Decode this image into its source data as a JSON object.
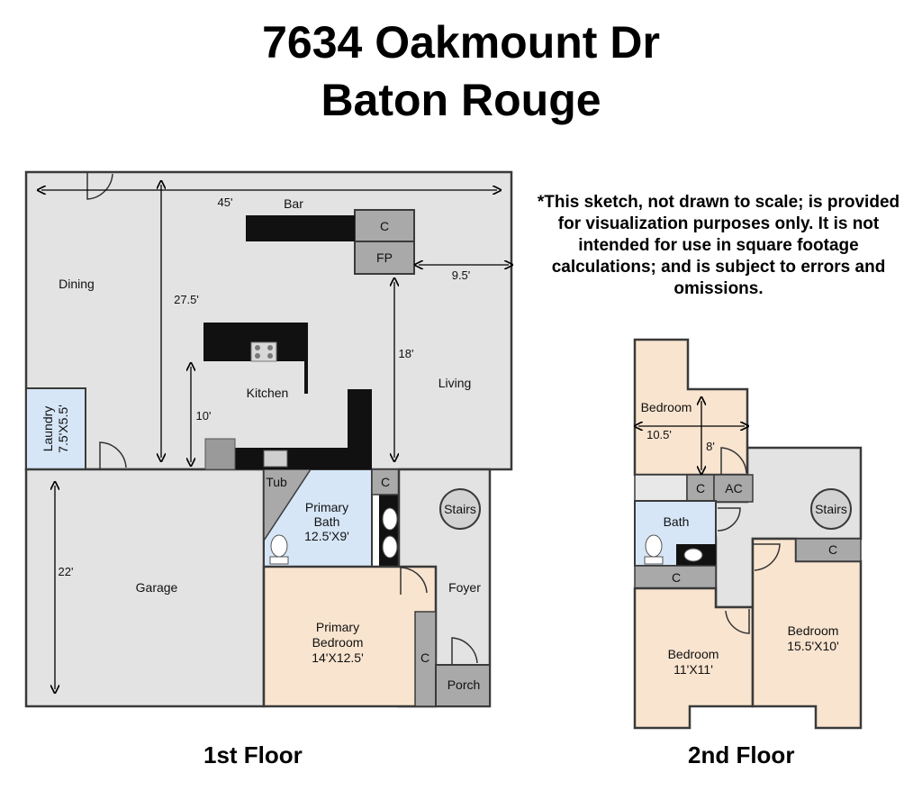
{
  "title": {
    "line1": "7634 Oakmount Dr",
    "line2": "Baton Rouge"
  },
  "disclaimer": "*This sketch, not drawn to scale; is provided for visualization purposes only. It is not intended for use in square footage calculations; and is subject to errors and omissions.",
  "floors": {
    "first": {
      "label": "1st Floor",
      "rooms": {
        "bar": "Bar",
        "dining": "Dining",
        "kitchen": "Kitchen",
        "living": "Living",
        "laundry_name": "Laundry",
        "laundry_size": "7.5'X5.5'",
        "garage": "Garage",
        "tub": "Tub",
        "primary_bath_name": "Primary",
        "primary_bath_name2": "Bath",
        "primary_bath_size": "12.5'X9'",
        "primary_bed_name": "Primary",
        "primary_bed_name2": "Bedroom",
        "primary_bed_size": "14'X12.5'",
        "foyer": "Foyer",
        "porch": "Porch",
        "stairs": "Stairs",
        "closet_bar": "C",
        "fireplace": "FP",
        "closet_bath": "C",
        "closet_bedroom": "C"
      },
      "dimensions": {
        "width_total": "45'",
        "depth_total": "27.5'",
        "kitchen_depth": "10'",
        "living_depth": "18'",
        "living_width": "9.5'",
        "garage_depth": "22'"
      }
    },
    "second": {
      "label": "2nd Floor",
      "rooms": {
        "bedroom_a": "Bedroom",
        "bedroom_a_w": "10.5'",
        "bedroom_a_d": "8'",
        "bath": "Bath",
        "closet_tub": "C",
        "ac": "AC",
        "closet_bath": "C",
        "stairs": "Stairs",
        "closet_right": "C",
        "bedroom_b": "Bedroom",
        "bedroom_b_size": "11'X11'",
        "bedroom_c": "Bedroom",
        "bedroom_c_size": "15.5'X10'"
      }
    }
  },
  "colors": {
    "wall": "#3a3a3a",
    "floor_grey": "#e3e3e3",
    "bath_blue": "#d6e6f7",
    "bedroom_peach": "#f9e4cf",
    "closet_grey": "#a9a9a9",
    "counter_black": "#111111"
  }
}
